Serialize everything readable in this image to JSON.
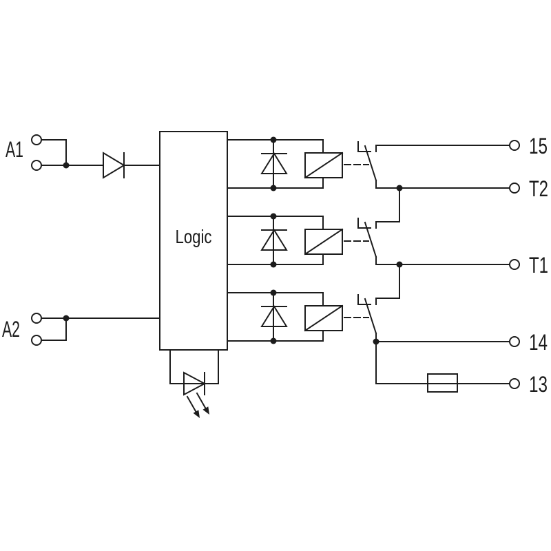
{
  "diagram": {
    "kind": "relay-module-circuit-schematic",
    "colors": {
      "background": "#ffffff",
      "line": "#1c1c1c",
      "text": "#1c1c1c"
    },
    "logic_block": {
      "label": "Logic"
    },
    "input_terminals": {
      "a1": {
        "label": "A1"
      },
      "a2": {
        "label": "A2"
      }
    },
    "output_terminals": {
      "t15": {
        "label": "15"
      },
      "t2": {
        "label": "T2"
      },
      "t1": {
        "label": "T1"
      },
      "t14": {
        "label": "14"
      },
      "t13": {
        "label": "13"
      }
    },
    "symbols": [
      "input-diode",
      "flyback-diode",
      "relay-coil",
      "changeover-contact",
      "led-indicator",
      "fuse"
    ]
  }
}
